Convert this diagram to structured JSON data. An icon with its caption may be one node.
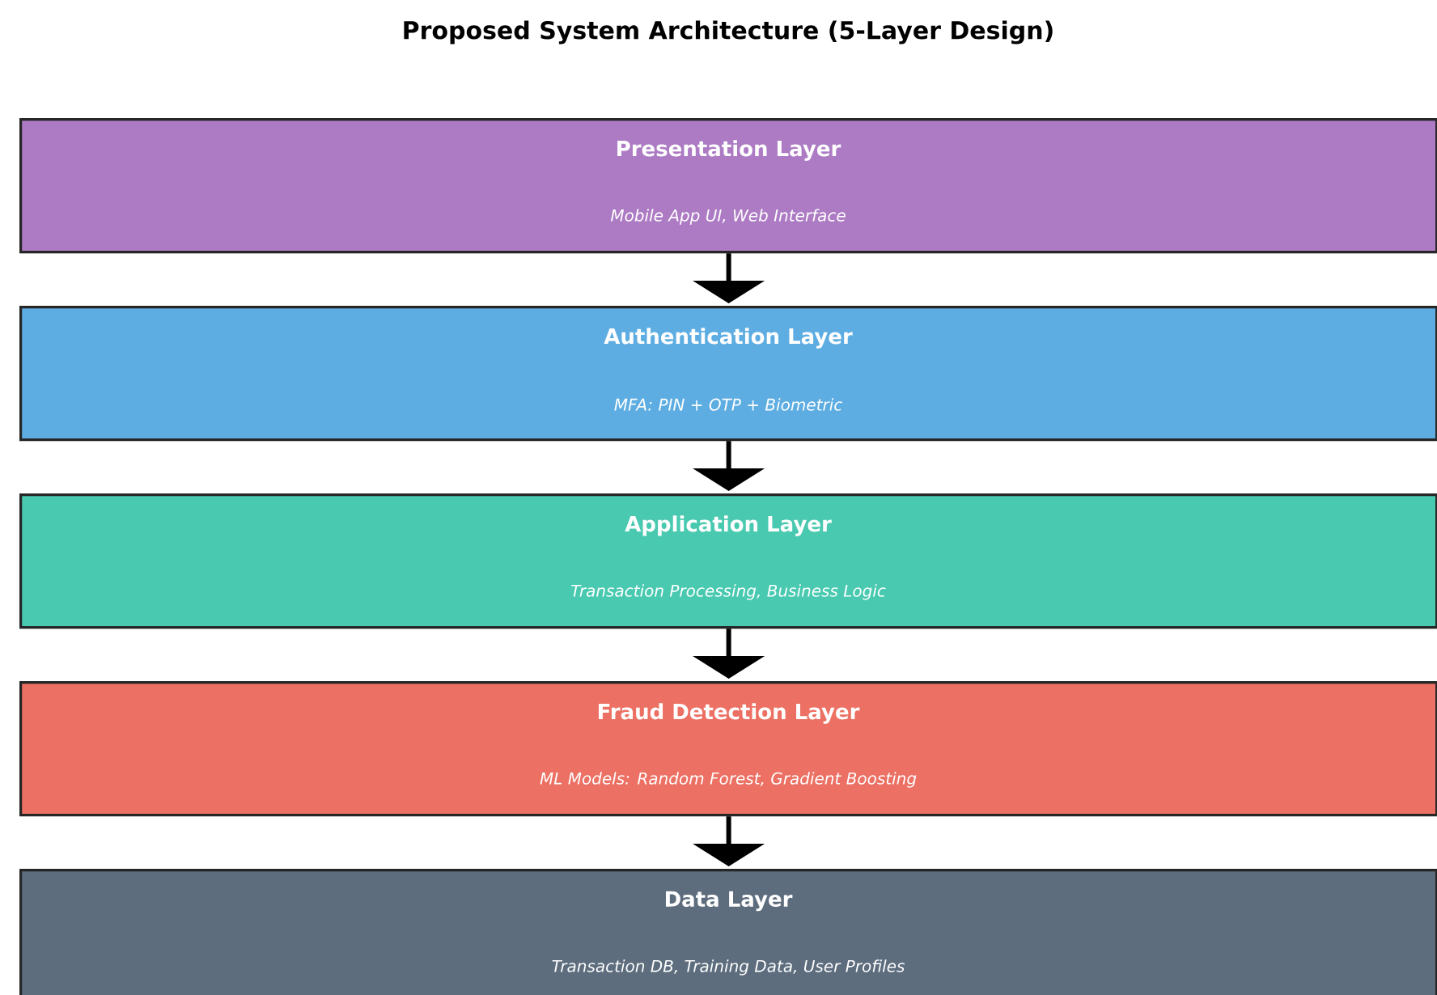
{
  "diagram": {
    "title": "Proposed System Architecture (5-Layer Design)",
    "nodes": [
      {
        "text": [
          "Presentation Layer",
          "Mobile App UI, Web Interface"
        ]
      },
      {
        "text": [
          "Authentication Layer",
          "MFA: PIN + OTP + Biometric"
        ]
      },
      {
        "text": [
          "Application Layer",
          "Transaction Processing, Business Logic"
        ]
      },
      {
        "text": [
          "Fraud Detection Layer",
          "ML Models: Random Forest, Gradient Boosting"
        ]
      },
      {
        "text": [
          "Data Layer",
          "Transaction DB, Training Data, User Profiles"
        ]
      }
    ],
    "edges": [
      {
        "from": 0,
        "to": 1,
        "arrow": "to"
      },
      {
        "from": 1,
        "to": 2,
        "arrow": "to"
      },
      {
        "from": 2,
        "to": 3,
        "arrow": "to"
      },
      {
        "from": 3,
        "to": 4,
        "arrow": "to"
      }
    ]
  }
}
